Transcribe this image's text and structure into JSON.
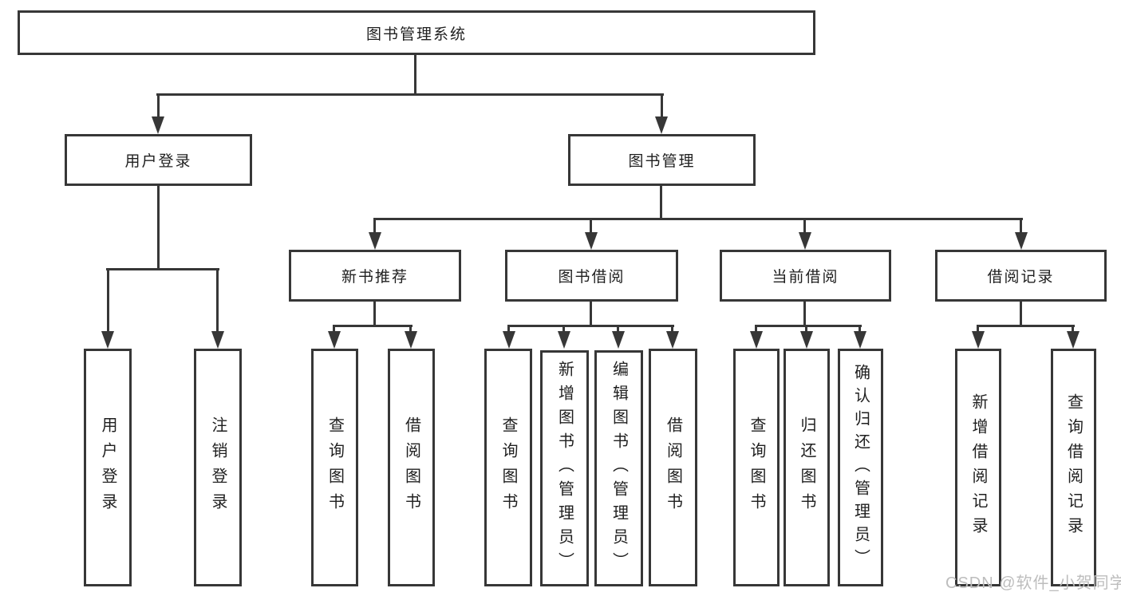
{
  "diagram": {
    "type": "hierarchy-flowchart",
    "watermark": "CSDN @软件_小贺同学",
    "colors": {
      "line": "#373737",
      "box_border": "#373737",
      "box_background": "#ffffff",
      "text": "#1f1f1f",
      "watermark": "#bdbdbd"
    },
    "nodes": {
      "root": {
        "label": "图书管理系统"
      },
      "user_login": {
        "label": "用户登录"
      },
      "book_management": {
        "label": "图书管理"
      },
      "new_book_recommend": {
        "label": "新书推荐"
      },
      "book_borrowing": {
        "label": "图书借阅"
      },
      "current_borrowing": {
        "label": "当前借阅"
      },
      "borrowing_records": {
        "label": "借阅记录"
      },
      "leaf_user_login": {
        "label": "用户登录"
      },
      "leaf_logout": {
        "label": "注销登录"
      },
      "leaf_query_books_recommend": {
        "label": "查询图书"
      },
      "leaf_borrow_books_recommend": {
        "label": "借阅图书"
      },
      "leaf_query_books_borrowing": {
        "label": "查询图书"
      },
      "leaf_add_books_admin": {
        "label": "新增图书（管理员）"
      },
      "leaf_edit_books_admin": {
        "label": "编辑图书（管理员）"
      },
      "leaf_borrow_books_borrowing": {
        "label": "借阅图书"
      },
      "leaf_query_books_current": {
        "label": "查询图书"
      },
      "leaf_return_books": {
        "label": "归还图书"
      },
      "leaf_confirm_return_admin": {
        "label": "确认归还（管理员）"
      },
      "leaf_add_borrow_record": {
        "label": "新增借阅记录"
      },
      "leaf_query_borrow_record": {
        "label": "查询借阅记录"
      }
    },
    "edges": [
      "图书管理系统 -> 用户登录",
      "图书管理系统 -> 图书管理",
      "用户登录 -> 用户登录(叶), 注销登录",
      "图书管理 -> 新书推荐, 图书借阅, 当前借阅, 借阅记录",
      "新书推荐 -> 查询图书, 借阅图书",
      "图书借阅 -> 查询图书, 新增图书（管理员）, 编辑图书（管理员）, 借阅图书",
      "当前借阅 -> 查询图书, 归还图书, 确认归还（管理员）",
      "借阅记录 -> 新增借阅记录, 查询借阅记录"
    ]
  }
}
